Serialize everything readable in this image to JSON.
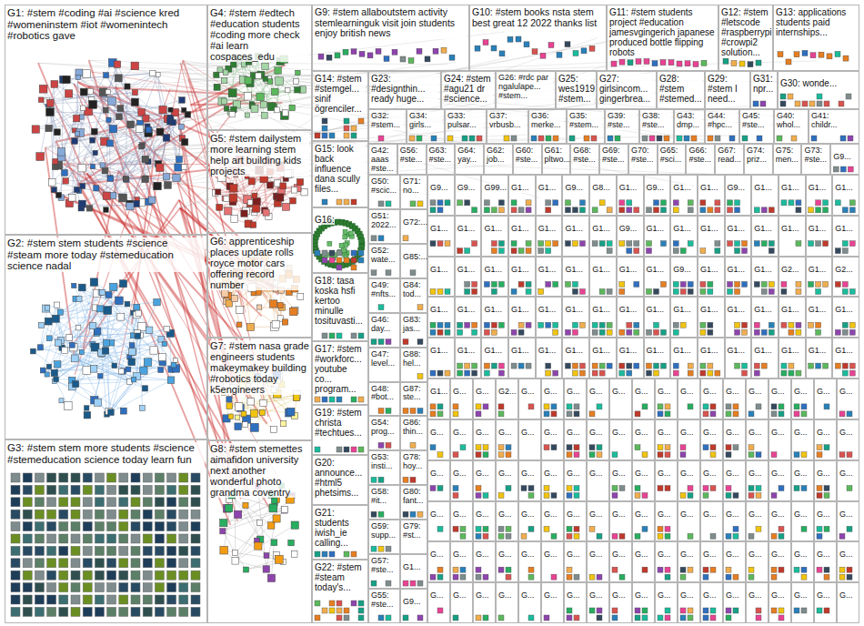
{
  "diagram": {
    "nodes": [
      {
        "text": [
          "G1: #stem #coding #ai #science kred #womeninstem #iot #womenintech #robotics gave"
        ]
      },
      {
        "text": [
          "G2: #stem stem students #science #steam more today #stemeducation science nadal"
        ]
      },
      {
        "text": [
          "G3: #stem stem more students #science #stemeducation science today learn fun"
        ]
      },
      {
        "text": [
          "G4: #stem #edtech #education students #coding more check #ai learn cospaces_edu"
        ]
      },
      {
        "text": [
          "G5: #stem dailystem more learning stem help art building kids projects"
        ]
      },
      {
        "text": [
          "G6: apprenticeship places update rolls royce motor cars offering record number"
        ]
      },
      {
        "text": [
          "G7: #stem nasa grade engineers students makeymakey building #robotics today k5engineers"
        ]
      },
      {
        "text": [
          "G8: #stem stemettes aimafidon university next another wonderful photo grandma coventry"
        ]
      },
      {
        "text": [
          "G9: #stem allaboutstem activity stemlearninguk visit join students enjoy british news"
        ]
      },
      {
        "text": [
          "G10: #stem books nsta stem best great 12 2022 thanks list"
        ]
      },
      {
        "text": [
          "G11: #stem students project #education jamesvgingerich japanese produced bottle flipping robots"
        ]
      },
      {
        "text": [
          "G12: #stem #letscode #raspberrypi #crowpi2 solution..."
        ]
      },
      {
        "text": [
          "G13: applications students paid internships..."
        ]
      },
      {
        "text": [
          "G14: #stem #stemgel... sinif ögrenciler..."
        ]
      },
      {
        "text": [
          "G15: look back influence dana scully files..."
        ]
      },
      {
        "text": [
          "G16:"
        ]
      },
      {
        "text": [
          "G18: tasa koska hsfi kertoo minulle tosituvasti..."
        ]
      },
      {
        "text": [
          "G17: #stem #workforc... youtube co... program..."
        ]
      },
      {
        "text": [
          "G19: #stem christa #techtues..."
        ]
      },
      {
        "text": [
          "G20: announce... #html5 phetsims..."
        ]
      },
      {
        "text": [
          "G21: students iwish_ie calling..."
        ]
      },
      {
        "text": [
          "G22: #stem #steam today's..."
        ]
      },
      {
        "text": [
          "G23: #designthin... ready huge..."
        ]
      },
      {
        "text": [
          "G24: #stem #agu21 dr #science..."
        ]
      },
      {
        "text": [
          "G26: #rdc par ngalulape... #stem..."
        ]
      },
      {
        "text": [
          "G25: wes1919 #stem..."
        ]
      },
      {
        "text": [
          "G27: girlsincom... gingerbrea..."
        ]
      },
      {
        "text": [
          "G28: #stem #stemed..."
        ]
      },
      {
        "text": [
          "G29: #stem I need..."
        ]
      },
      {
        "text": [
          "G31: npr..."
        ]
      },
      {
        "text": [
          "G30: wonde..."
        ]
      },
      {
        "text": [
          "G32: #stem..."
        ]
      },
      {
        "text": [
          "G34: girls..."
        ]
      },
      {
        "text": [
          "G33: pulsar..."
        ]
      },
      {
        "text": [
          "G37: vrbusb..."
        ]
      },
      {
        "text": [
          "G36: merke..."
        ]
      },
      {
        "text": [
          "G35: #stem..."
        ]
      },
      {
        "text": [
          "G39: #ste..."
        ]
      },
      {
        "text": [
          "G38: #ste..."
        ]
      },
      {
        "text": [
          "G43: dmp..."
        ]
      },
      {
        "text": [
          "G44: #hpc..."
        ]
      },
      {
        "text": [
          "G45: #ste..."
        ]
      },
      {
        "text": [
          "G40: whol..."
        ]
      },
      {
        "text": [
          "G41: childr..."
        ]
      },
      {
        "text": [
          "G42: aaas #ste..."
        ]
      },
      {
        "text": [
          "G56: #ste..."
        ]
      },
      {
        "text": [
          "G63: #ste..."
        ]
      },
      {
        "text": [
          "G64: yay..."
        ]
      },
      {
        "text": [
          "G62: job..."
        ]
      },
      {
        "text": [
          "G60: #ste..."
        ]
      },
      {
        "text": [
          "G61: pltwo..."
        ]
      },
      {
        "text": [
          "G68: #ste..."
        ]
      },
      {
        "text": [
          "G69: #ste..."
        ]
      },
      {
        "text": [
          "G70: #ste..."
        ]
      },
      {
        "text": [
          "G65: #sci..."
        ]
      },
      {
        "text": [
          "G66: #ste..."
        ]
      },
      {
        "text": [
          "G67: read..."
        ]
      },
      {
        "text": [
          "G74: priz..."
        ]
      },
      {
        "text": [
          "G75: men..."
        ]
      },
      {
        "text": [
          "G73: #ste..."
        ]
      },
      {
        "text": [
          "G9..."
        ]
      },
      {
        "text": [
          "G50: #scic..."
        ]
      },
      {
        "text": [
          "G51: 2022..."
        ]
      },
      {
        "text": [
          "G52: wate..."
        ]
      },
      {
        "text": [
          "G49: #nfts..."
        ]
      },
      {
        "text": [
          "G46: day..."
        ]
      },
      {
        "text": [
          "G47: level..."
        ]
      },
      {
        "text": [
          "G48: #bot..."
        ]
      },
      {
        "text": [
          "G54: prog..."
        ]
      },
      {
        "text": [
          "G53: insti..."
        ]
      },
      {
        "text": [
          "G58: #it..."
        ]
      },
      {
        "text": [
          "G59: supp..."
        ]
      },
      {
        "text": [
          "G57: #ste..."
        ]
      },
      {
        "text": [
          "G55: #ste..."
        ]
      },
      {
        "text": [
          "G71: no..."
        ]
      },
      {
        "text": [
          "G72:..."
        ]
      },
      {
        "text": [
          "G85:..."
        ]
      },
      {
        "text": [
          "G84: tod..."
        ]
      },
      {
        "text": [
          "G83: jas..."
        ]
      },
      {
        "text": [
          "G88: hel..."
        ]
      },
      {
        "text": [
          "G87: ste..."
        ]
      },
      {
        "text": [
          "G86: thin..."
        ]
      },
      {
        "text": [
          "G78: hoy..."
        ]
      },
      {
        "text": [
          "G80: fant..."
        ]
      },
      {
        "text": [
          "G79: #st..."
        ]
      },
      {
        "text": [
          "G1..."
        ]
      },
      {
        "text": [
          "G9..."
        ]
      },
      {
        "text": [
          "G9..."
        ]
      },
      {
        "text": [
          "G9..."
        ]
      },
      {
        "text": [
          "G99..."
        ]
      },
      {
        "text": [
          "G1..."
        ]
      },
      {
        "text": [
          "G1..."
        ]
      },
      {
        "text": [
          "G9..."
        ]
      },
      {
        "text": [
          "G8..."
        ]
      },
      {
        "text": [
          "G1..."
        ]
      },
      {
        "text": [
          "G9..."
        ]
      },
      {
        "text": [
          "G1..."
        ]
      },
      {
        "text": [
          "G1..."
        ]
      },
      {
        "text": [
          "G9..."
        ]
      },
      {
        "text": [
          "G1..."
        ]
      },
      {
        "text": [
          "G1..."
        ]
      },
      {
        "text": [
          "G1..."
        ]
      },
      {
        "text": [
          "G1..."
        ]
      },
      {
        "text": [
          "G1..."
        ]
      },
      {
        "text": [
          "G1..."
        ]
      },
      {
        "text": [
          "G1..."
        ]
      },
      {
        "text": [
          "G1..."
        ]
      },
      {
        "text": [
          "G1..."
        ]
      },
      {
        "text": [
          "G1..."
        ]
      },
      {
        "text": [
          "G1..."
        ]
      },
      {
        "text": [
          "G9..."
        ]
      },
      {
        "text": [
          "G1..."
        ]
      },
      {
        "text": [
          "G1..."
        ]
      },
      {
        "text": [
          "G1..."
        ]
      },
      {
        "text": [
          "G1..."
        ]
      },
      {
        "text": [
          "G1..."
        ]
      },
      {
        "text": [
          "G1..."
        ]
      },
      {
        "text": [
          "G1..."
        ]
      },
      {
        "text": [
          "G1..."
        ]
      },
      {
        "text": [
          "G1..."
        ]
      },
      {
        "text": [
          "G1..."
        ]
      },
      {
        "text": [
          "G1..."
        ]
      },
      {
        "text": [
          "G1..."
        ]
      },
      {
        "text": [
          "G1..."
        ]
      },
      {
        "text": [
          "G1..."
        ]
      },
      {
        "text": [
          "G1..."
        ]
      },
      {
        "text": [
          "G1..."
        ]
      },
      {
        "text": [
          "G1..."
        ]
      },
      {
        "text": [
          "G9..."
        ]
      },
      {
        "text": [
          "G1..."
        ]
      },
      {
        "text": [
          "G1..."
        ]
      },
      {
        "text": [
          "G1..."
        ]
      },
      {
        "text": [
          "G2..."
        ]
      },
      {
        "text": [
          "G1..."
        ]
      },
      {
        "text": [
          "G2..."
        ]
      },
      {
        "text": [
          "G1..."
        ]
      },
      {
        "text": [
          "G1..."
        ]
      },
      {
        "text": [
          "G1..."
        ]
      },
      {
        "text": [
          "G1..."
        ]
      },
      {
        "text": [
          "G1..."
        ]
      },
      {
        "text": [
          "G1..."
        ]
      },
      {
        "text": [
          "G1..."
        ]
      },
      {
        "text": [
          "G1..."
        ]
      },
      {
        "text": [
          "G1..."
        ]
      },
      {
        "text": [
          "G1..."
        ]
      },
      {
        "text": [
          "G1..."
        ]
      },
      {
        "text": [
          "G1..."
        ]
      },
      {
        "text": [
          "G1..."
        ]
      },
      {
        "text": [
          "G1..."
        ]
      },
      {
        "text": [
          "G1..."
        ]
      },
      {
        "text": [
          "G1..."
        ]
      },
      {
        "text": [
          "G1..."
        ]
      },
      {
        "text": [
          "G1..."
        ]
      },
      {
        "text": [
          "G1..."
        ]
      },
      {
        "text": [
          "G1..."
        ]
      },
      {
        "text": [
          "G1..."
        ]
      },
      {
        "text": [
          "G1..."
        ]
      },
      {
        "text": [
          "G1..."
        ]
      },
      {
        "text": [
          "G1..."
        ]
      },
      {
        "text": [
          "G1..."
        ]
      },
      {
        "text": [
          "G1..."
        ]
      },
      {
        "text": [
          "G1..."
        ]
      },
      {
        "text": [
          "G1..."
        ]
      },
      {
        "text": [
          "G1..."
        ]
      },
      {
        "text": [
          "G1..."
        ]
      },
      {
        "text": [
          "G1..."
        ]
      },
      {
        "text": [
          "G1..."
        ]
      },
      {
        "text": [
          "G1..."
        ]
      },
      {
        "text": [
          "G..."
        ]
      },
      {
        "text": [
          "G..."
        ]
      },
      {
        "text": [
          "G2..."
        ]
      },
      {
        "text": [
          "G..."
        ]
      },
      {
        "text": [
          "G..."
        ]
      },
      {
        "text": [
          "G..."
        ]
      },
      {
        "text": [
          "G..."
        ]
      },
      {
        "text": [
          "G..."
        ]
      },
      {
        "text": [
          "G..."
        ]
      },
      {
        "text": [
          "G..."
        ]
      },
      {
        "text": [
          "G..."
        ]
      },
      {
        "text": [
          "G..."
        ]
      },
      {
        "text": [
          "G..."
        ]
      },
      {
        "text": [
          "G..."
        ]
      },
      {
        "text": [
          "G..."
        ]
      },
      {
        "text": [
          "G..."
        ]
      },
      {
        "text": [
          "G..."
        ]
      },
      {
        "text": [
          "G..."
        ]
      },
      {
        "text": [
          "G..."
        ]
      },
      {
        "text": [
          "G..."
        ]
      },
      {
        "text": [
          "G..."
        ]
      },
      {
        "text": [
          "G..."
        ]
      },
      {
        "text": [
          "G..."
        ]
      },
      {
        "text": [
          "G..."
        ]
      },
      {
        "text": [
          "G..."
        ]
      },
      {
        "text": [
          "G..."
        ]
      },
      {
        "text": [
          "G..."
        ]
      },
      {
        "text": [
          "G..."
        ]
      },
      {
        "text": [
          "G..."
        ]
      },
      {
        "text": [
          "G..."
        ]
      },
      {
        "text": [
          "G..."
        ]
      },
      {
        "text": [
          "G..."
        ]
      },
      {
        "text": [
          "G..."
        ]
      },
      {
        "text": [
          "G..."
        ]
      },
      {
        "text": [
          "G..."
        ]
      },
      {
        "text": [
          "G..."
        ]
      },
      {
        "text": [
          "G..."
        ]
      },
      {
        "text": [
          "G..."
        ]
      },
      {
        "text": [
          "G..."
        ]
      },
      {
        "text": [
          "G..."
        ]
      },
      {
        "text": [
          "G..."
        ]
      },
      {
        "text": [
          "G..."
        ]
      },
      {
        "text": [
          "G..."
        ]
      },
      {
        "text": [
          "G..."
        ]
      },
      {
        "text": [
          "G..."
        ]
      },
      {
        "text": [
          "G..."
        ]
      },
      {
        "text": [
          "G..."
        ]
      },
      {
        "text": [
          "G..."
        ]
      },
      {
        "text": [
          "G..."
        ]
      },
      {
        "text": [
          "G..."
        ]
      },
      {
        "text": [
          "G..."
        ]
      },
      {
        "text": [
          "G..."
        ]
      },
      {
        "text": [
          "G..."
        ]
      },
      {
        "text": [
          "G..."
        ]
      },
      {
        "text": [
          "G..."
        ]
      },
      {
        "text": [
          "G..."
        ]
      },
      {
        "text": [
          "G..."
        ]
      },
      {
        "text": [
          "G..."
        ]
      },
      {
        "text": [
          "G..."
        ]
      },
      {
        "text": [
          "G..."
        ]
      },
      {
        "text": [
          "G..."
        ]
      },
      {
        "text": [
          "G..."
        ]
      },
      {
        "text": [
          "G..."
        ]
      },
      {
        "text": [
          "G..."
        ]
      },
      {
        "text": [
          "G..."
        ]
      },
      {
        "text": [
          "G..."
        ]
      },
      {
        "text": [
          "G..."
        ]
      },
      {
        "text": [
          "G..."
        ]
      },
      {
        "text": [
          "G..."
        ]
      },
      {
        "text": [
          "G..."
        ]
      },
      {
        "text": [
          "G..."
        ]
      },
      {
        "text": [
          "G..."
        ]
      },
      {
        "text": [
          "G..."
        ]
      },
      {
        "text": [
          "G..."
        ]
      },
      {
        "text": [
          "G..."
        ]
      },
      {
        "text": [
          "G..."
        ]
      },
      {
        "text": [
          "G..."
        ]
      },
      {
        "text": [
          "G..."
        ]
      },
      {
        "text": [
          "G..."
        ]
      },
      {
        "text": [
          "G..."
        ]
      },
      {
        "text": [
          "G..."
        ]
      },
      {
        "text": [
          "G..."
        ]
      },
      {
        "text": [
          "G..."
        ]
      },
      {
        "text": [
          "G..."
        ]
      },
      {
        "text": [
          "G..."
        ]
      },
      {
        "text": [
          "G..."
        ]
      },
      {
        "text": [
          "G..."
        ]
      },
      {
        "text": [
          "G..."
        ]
      },
      {
        "text": [
          "G..."
        ]
      },
      {
        "text": [
          "G..."
        ]
      },
      {
        "text": [
          "G..."
        ]
      },
      {
        "text": [
          "G..."
        ]
      },
      {
        "text": [
          "G..."
        ]
      },
      {
        "text": [
          "G..."
        ]
      },
      {
        "text": [
          "G..."
        ]
      },
      {
        "text": [
          "G..."
        ]
      },
      {
        "text": [
          "G..."
        ]
      },
      {
        "text": [
          "G..."
        ]
      },
      {
        "text": [
          "G..."
        ]
      },
      {
        "text": [
          "G..."
        ]
      },
      {
        "text": [
          "G..."
        ]
      },
      {
        "text": [
          "G..."
        ]
      },
      {
        "text": [
          "G..."
        ]
      },
      {
        "text": [
          "G..."
        ]
      },
      {
        "text": [
          "G..."
        ]
      },
      {
        "text": [
          "G..."
        ]
      },
      {
        "text": [
          "G..."
        ]
      },
      {
        "text": [
          "G..."
        ]
      },
      {
        "text": [
          "G..."
        ]
      },
      {
        "text": [
          "G..."
        ]
      },
      {
        "text": [
          "G..."
        ]
      },
      {
        "text": [
          "G..."
        ]
      },
      {
        "text": [
          "G..."
        ]
      }
    ]
  }
}
